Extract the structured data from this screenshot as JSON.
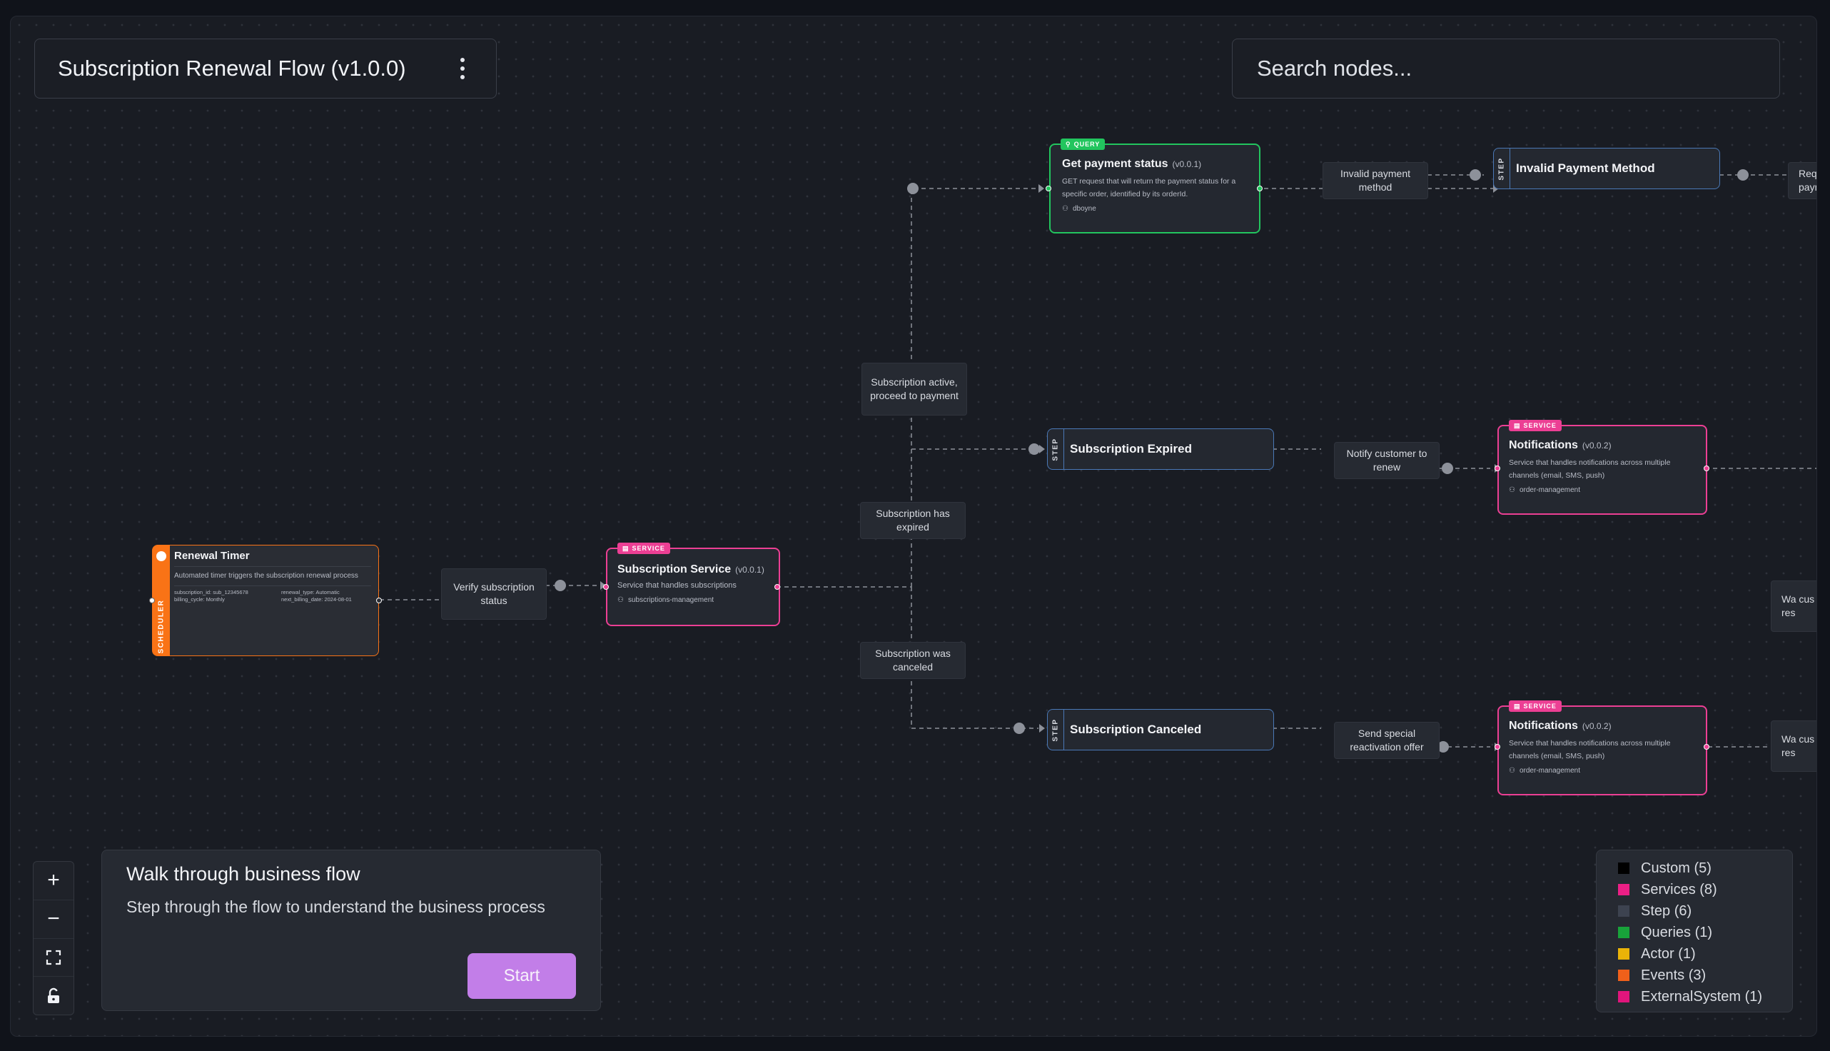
{
  "header": {
    "title": "Subscription Renewal Flow (v1.0.0)",
    "search_placeholder": "Search nodes..."
  },
  "nodes": {
    "renewal_timer": {
      "badge": "SCHEDULER",
      "title": "Renewal Timer",
      "description": "Automated timer triggers the subscription renewal process",
      "meta": [
        "subscription_id: sub_12345678",
        "renewal_type: Automatic",
        "billing_cycle: Monthly",
        "next_billing_date: 2024-08-01"
      ]
    },
    "subscription_service": {
      "badge": "SERVICE",
      "title": "Subscription Service",
      "version": "(v0.0.1)",
      "description": "Service that handles subscriptions",
      "owner": "subscriptions-management"
    },
    "get_payment_status": {
      "badge": "QUERY",
      "title": "Get payment status",
      "version": "(v0.0.1)",
      "description": "GET request that will return the payment status for a specific order, identified by its orderId.",
      "owner": "dboyne"
    },
    "invalid_payment_method": {
      "badge": "STEP",
      "title": "Invalid Payment Method"
    },
    "subscription_expired": {
      "badge": "STEP",
      "title": "Subscription Expired"
    },
    "subscription_canceled": {
      "badge": "STEP",
      "title": "Subscription Canceled"
    },
    "notifications_1": {
      "badge": "SERVICE",
      "title": "Notifications",
      "version": "(v0.0.2)",
      "description": "Service that handles notifications across multiple channels (email, SMS, push)",
      "owner": "order-management"
    },
    "notifications_2": {
      "badge": "SERVICE",
      "title": "Notifications",
      "version": "(v0.0.2)",
      "description": "Service that handles notifications across multiple channels (email, SMS, push)",
      "owner": "order-management"
    }
  },
  "edge_labels": {
    "verify": "Verify subscription status",
    "active": "Subscription active, proceed to payment",
    "expired": "Subscription has expired",
    "canceled": "Subscription was canceled",
    "invalid_payment": "Invalid payment method",
    "notify_renew": "Notify customer to renew",
    "reactivation": "Send special reactivation offer",
    "requ_clip": "Requ paym",
    "wa_clip_1": "Wa cus res",
    "wa_clip_2": "Wa cus res"
  },
  "walkthrough": {
    "title": "Walk through business flow",
    "text": "Step through the flow to understand the business process",
    "start_label": "Start"
  },
  "controls": {
    "zoom_in": "+",
    "zoom_out": "−"
  },
  "legend": [
    {
      "label": "Custom (5)",
      "color": "#000000"
    },
    {
      "label": "Services (8)",
      "color": "#ec1f86"
    },
    {
      "label": "Step (6)",
      "color": "#3d4350"
    },
    {
      "label": "Queries (1)",
      "color": "#18a33a"
    },
    {
      "label": "Actor (1)",
      "color": "#eab308"
    },
    {
      "label": "Events (3)",
      "color": "#f0601a"
    },
    {
      "label": "ExternalSystem (1)",
      "color": "#e0157c"
    }
  ],
  "colors": {
    "service": "#ec3f94",
    "query": "#22c55e",
    "step": "#4a78b6",
    "scheduler": "#f97316",
    "accent": "#c27ee8"
  }
}
